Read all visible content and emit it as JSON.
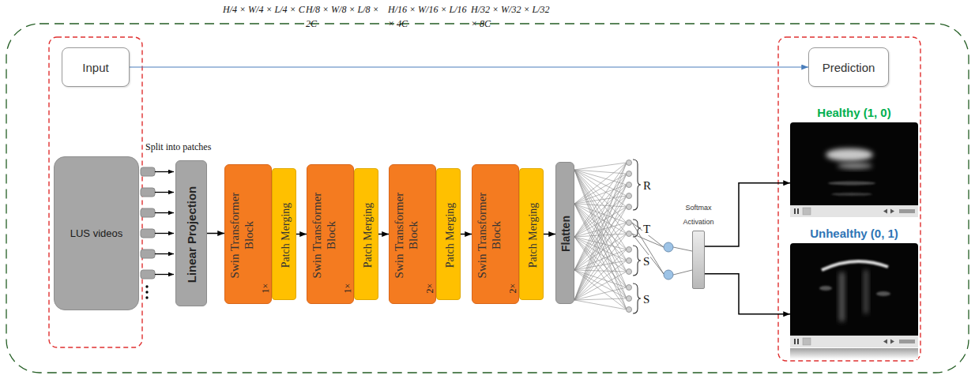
{
  "diagram": {
    "nodes": [
      {
        "text": [
          "Input"
        ]
      },
      {
        "text": [
          "LUS videos"
        ]
      },
      {
        "text": [
          "Linear Projection"
        ]
      },
      {
        "text": [
          "Swin Transformer Block",
          "1×"
        ]
      },
      {
        "text": [
          "Patch Merging"
        ]
      },
      {
        "text": [
          "Swin Transformer Block",
          "1×"
        ]
      },
      {
        "text": [
          "Patch Merging"
        ]
      },
      {
        "text": [
          "Swin Transformer Block",
          "2×"
        ]
      },
      {
        "text": [
          "Patch Merging"
        ]
      },
      {
        "text": [
          "Swin Transformer Block",
          "2×"
        ]
      },
      {
        "text": [
          "Patch Merging"
        ]
      },
      {
        "text": [
          "Flatten"
        ]
      },
      {
        "text": [
          "Softmax Activation"
        ]
      },
      {
        "text": [
          "Prediction"
        ]
      },
      {
        "text": [
          "Healthy (1, 0)"
        ]
      },
      {
        "text": [
          "Unhealthy (0, 1)"
        ]
      }
    ],
    "edges": [
      {
        "from": 0,
        "to": 13,
        "arrow": "to"
      },
      {
        "from": 2,
        "to": 3,
        "arrow": "to"
      },
      {
        "from": 4,
        "to": 5,
        "arrow": "to"
      },
      {
        "from": 6,
        "to": 7,
        "arrow": "to"
      },
      {
        "from": 8,
        "to": 9,
        "arrow": "to"
      },
      {
        "from": 10,
        "to": 11,
        "arrow": "to"
      },
      {
        "from": 12,
        "to": 14,
        "arrow": "to"
      },
      {
        "from": 12,
        "to": 15,
        "arrow": "to"
      }
    ],
    "labels": [
      "H/4 × W/4 × L/4 × C",
      "H/8 × W/8 × L/8 × 2C",
      "H/16 × W/16 × L/16 × 4C",
      "H/32 × W/32 × L/32 × 8C",
      "Split into patches",
      "R",
      "T",
      "S",
      "S"
    ]
  }
}
